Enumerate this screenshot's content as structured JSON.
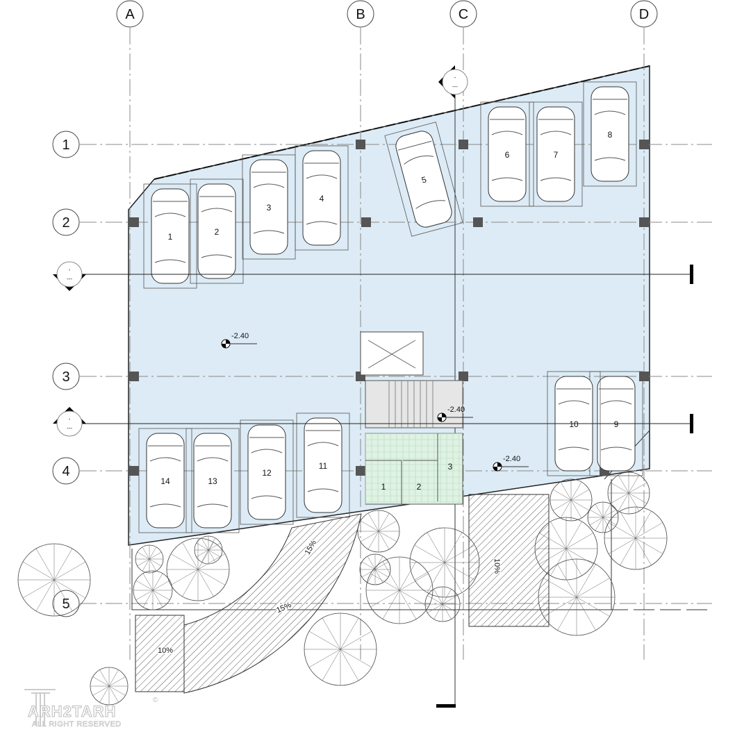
{
  "grid": {
    "columns": [
      "A",
      "B",
      "C",
      "D"
    ],
    "rows": [
      "1",
      "2",
      "3",
      "4",
      "5"
    ]
  },
  "parking_spaces": [
    "1",
    "2",
    "3",
    "4",
    "5",
    "6",
    "7",
    "8",
    "9",
    "10",
    "11",
    "12",
    "13",
    "14"
  ],
  "rooms": [
    "1",
    "2",
    "3"
  ],
  "elevations": [
    "-2.40",
    "-2.40",
    "-2.40"
  ],
  "ramps": [
    "15%",
    "15%",
    "10%",
    "10%"
  ],
  "section_markers": [
    {
      "top": "-",
      "bottom": "---"
    },
    {
      "top": "-",
      "bottom": "---"
    },
    {
      "top": "-",
      "bottom": "---"
    }
  ],
  "watermark": {
    "brand": "ARH2TARH",
    "tagline": "ALL RIGHT RESERVED",
    "copyright": "©"
  },
  "colors": {
    "floor": "#dcebf5",
    "service": "#dff2e3",
    "stair": "#e6e6e6",
    "column": "#555555"
  }
}
